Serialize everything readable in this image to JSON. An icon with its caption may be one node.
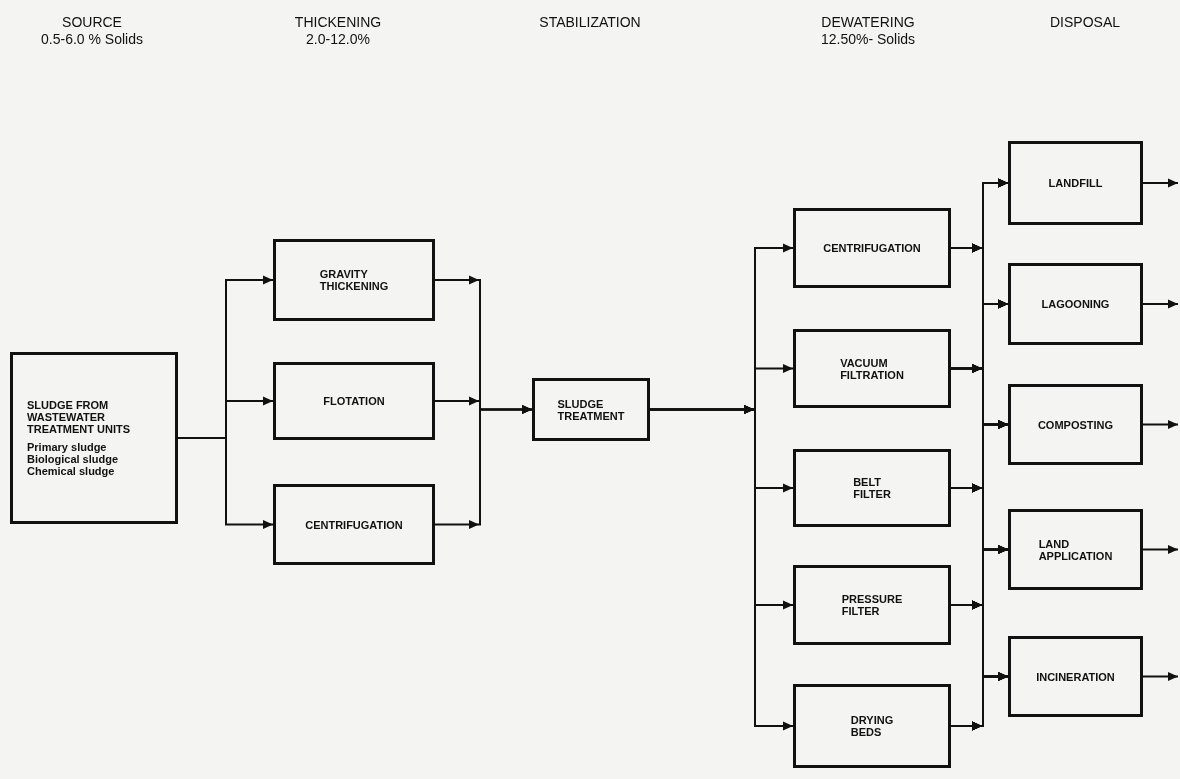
{
  "diagram": {
    "nodes": [
      {
        "text": [
          "SLUDGE FROM WASTEWATER TREATMENT UNITS",
          "Primary sludge Biological sludge Chemical sludge"
        ]
      },
      {
        "text": [
          "GRAVITY THICKENING"
        ]
      },
      {
        "text": [
          "FLOTATION"
        ]
      },
      {
        "text": [
          "CENTRIFUGATION"
        ]
      },
      {
        "text": [
          "SLUDGE TREATMENT"
        ]
      },
      {
        "text": [
          "CENTRIFUGATION"
        ]
      },
      {
        "text": [
          "VACUUM FILTRATION"
        ]
      },
      {
        "text": [
          "BELT FILTER"
        ]
      },
      {
        "text": [
          "PRESSURE FILTER"
        ]
      },
      {
        "text": [
          "DRYING BEDS"
        ]
      },
      {
        "text": [
          "LANDFILL"
        ]
      },
      {
        "text": [
          "LAGOONING"
        ]
      },
      {
        "text": [
          "COMPOSTING"
        ]
      },
      {
        "text": [
          "LAND APPLICATION"
        ]
      },
      {
        "text": [
          "INCINERATION"
        ]
      }
    ],
    "edges": [
      {
        "from": 0,
        "to": 1,
        "arrow": "to"
      },
      {
        "from": 0,
        "to": 2,
        "arrow": "to"
      },
      {
        "from": 0,
        "to": 3,
        "arrow": "to"
      },
      {
        "from": 1,
        "to": 4,
        "arrow": "to"
      },
      {
        "from": 2,
        "to": 4,
        "arrow": "to"
      },
      {
        "from": 3,
        "to": 4,
        "arrow": "to"
      },
      {
        "from": 4,
        "to": 5,
        "arrow": "to"
      },
      {
        "from": 4,
        "to": 6,
        "arrow": "to"
      },
      {
        "from": 4,
        "to": 7,
        "arrow": "to"
      },
      {
        "from": 4,
        "to": 8,
        "arrow": "to"
      },
      {
        "from": 4,
        "to": 9,
        "arrow": "to"
      },
      {
        "from": 5,
        "to": 10,
        "arrow": "to"
      },
      {
        "from": 5,
        "to": 11,
        "arrow": "to"
      },
      {
        "from": 5,
        "to": 12,
        "arrow": "to"
      },
      {
        "from": 5,
        "to": 13,
        "arrow": "to"
      },
      {
        "from": 5,
        "to": 14,
        "arrow": "to"
      },
      {
        "from": 6,
        "to": 10,
        "arrow": "to"
      },
      {
        "from": 6,
        "to": 11,
        "arrow": "to"
      },
      {
        "from": 6,
        "to": 12,
        "arrow": "to"
      },
      {
        "from": 6,
        "to": 13,
        "arrow": "to"
      },
      {
        "from": 6,
        "to": 14,
        "arrow": "to"
      },
      {
        "from": 7,
        "to": 10,
        "arrow": "to"
      },
      {
        "from": 7,
        "to": 11,
        "arrow": "to"
      },
      {
        "from": 7,
        "to": 12,
        "arrow": "to"
      },
      {
        "from": 7,
        "to": 13,
        "arrow": "to"
      },
      {
        "from": 7,
        "to": 14,
        "arrow": "to"
      },
      {
        "from": 8,
        "to": 10,
        "arrow": "to"
      },
      {
        "from": 8,
        "to": 11,
        "arrow": "to"
      },
      {
        "from": 8,
        "to": 12,
        "arrow": "to"
      },
      {
        "from": 8,
        "to": 13,
        "arrow": "to"
      },
      {
        "from": 8,
        "to": 14,
        "arrow": "to"
      },
      {
        "from": 9,
        "to": 10,
        "arrow": "to"
      },
      {
        "from": 9,
        "to": 11,
        "arrow": "to"
      },
      {
        "from": 9,
        "to": 12,
        "arrow": "to"
      },
      {
        "from": 9,
        "to": 13,
        "arrow": "to"
      },
      {
        "from": 9,
        "to": 14,
        "arrow": "to"
      },
      {
        "from": 10,
        "to": null,
        "arrow": "to"
      },
      {
        "from": 11,
        "to": null,
        "arrow": "to"
      },
      {
        "from": 12,
        "to": null,
        "arrow": "to"
      },
      {
        "from": 13,
        "to": null,
        "arrow": "to"
      },
      {
        "from": 14,
        "to": null,
        "arrow": "to"
      }
    ],
    "labels": [
      "SOURCE",
      "0.5-6.0 % Solids",
      "THICKENING",
      "2.0-12.0%",
      "STABILIZATION",
      "DEWATERING",
      "12.50%- Solids",
      "DISPOSAL"
    ]
  }
}
